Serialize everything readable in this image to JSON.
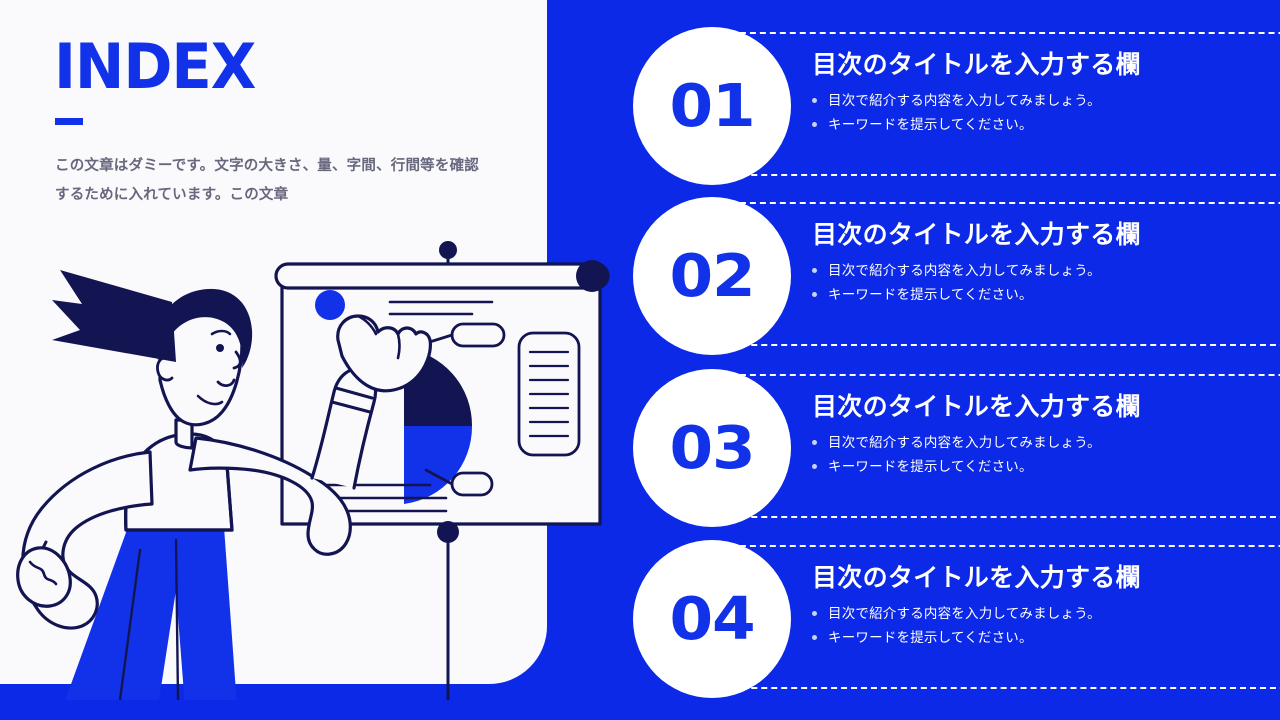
{
  "theme": {
    "background_blue": "#0B29E6",
    "panel_white": "#fafafc",
    "accent_blue": "#1132E8",
    "ink_navy": "#131552",
    "muted_text": "#67677e"
  },
  "left": {
    "title": "INDEX",
    "lead_text": "この文章はダミーです。文字の大きさ、量、字間、行間等を確認するために入れています。この文章",
    "illustration_name": "person-presenting-board-illustration"
  },
  "list": {
    "items": [
      {
        "number": "01",
        "title": "目次のタイトルを入力する欄",
        "bullets": [
          "目次で紹介する内容を入力してみましょう。",
          "キーワードを提示してください。"
        ]
      },
      {
        "number": "02",
        "title": "目次のタイトルを入力する欄",
        "bullets": [
          "目次で紹介する内容を入力してみましょう。",
          "キーワードを提示してください。"
        ]
      },
      {
        "number": "03",
        "title": "目次のタイトルを入力する欄",
        "bullets": [
          "目次で紹介する内容を入力してみましょう。",
          "キーワードを提示してください。"
        ]
      },
      {
        "number": "04",
        "title": "目次のタイトルを入力する欄",
        "bullets": [
          "目次で紹介する内容を入力してみましょう。",
          "キーワードを提示してください。"
        ]
      }
    ]
  }
}
